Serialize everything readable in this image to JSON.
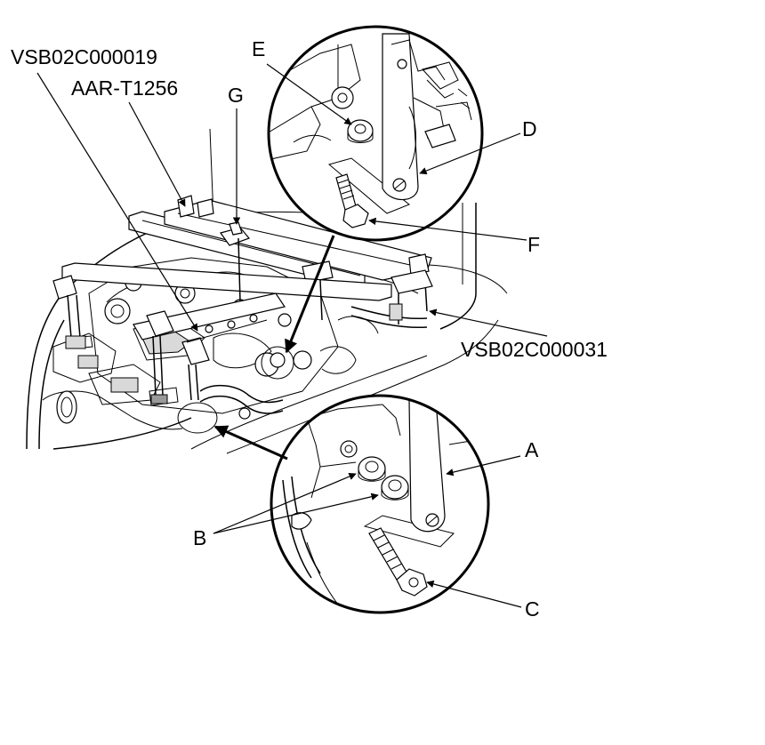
{
  "labels": {
    "tool_1": "VSB02C000019",
    "tool_2": "AAR-T1256",
    "tool_3": "VSB02C000031",
    "callout_a": "A",
    "callout_b": "B",
    "callout_c": "C",
    "callout_d": "D",
    "callout_e": "E",
    "callout_f": "F",
    "callout_g": "G"
  }
}
